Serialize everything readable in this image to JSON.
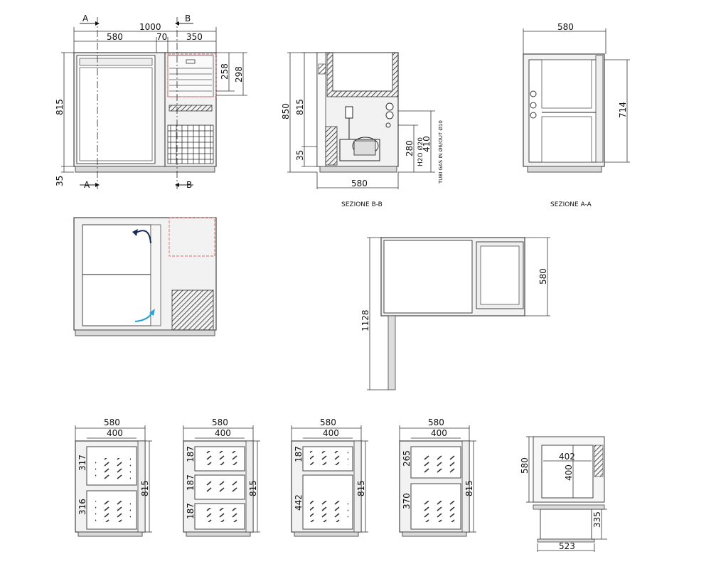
{
  "front": {
    "w_total": "1000",
    "w_left": "580",
    "w_mid": "70",
    "w_right": "350",
    "h_258": "258",
    "h_298": "298",
    "h_815": "815",
    "h_35": "35",
    "sec_a": "A",
    "sec_b": "B"
  },
  "section_bb": {
    "title": "SEZIONE B-B",
    "h_850": "850",
    "h_815": "815",
    "h_35": "35",
    "h_280": "280",
    "h_410": "410",
    "h2o": "H2O Ø20",
    "gas": "TUBI GAS IN Ø6/OUT Ø10",
    "w_580": "580"
  },
  "section_aa": {
    "title": "SEZIONE A-A",
    "w_580": "580",
    "h_714": "714"
  },
  "top_view": {
    "d_1128": "1128",
    "d_580": "580"
  },
  "configs": [
    {
      "w_outer": "580",
      "w_inner": "400",
      "h": "815",
      "labels": [
        "317",
        "316"
      ]
    },
    {
      "w_outer": "580",
      "w_inner": "400",
      "h": "815",
      "labels": [
        "187",
        "187",
        "187"
      ]
    },
    {
      "w_outer": "580",
      "w_inner": "400",
      "h": "815",
      "labels": [
        "187",
        "442"
      ]
    },
    {
      "w_outer": "580",
      "w_inner": "400",
      "h": "815",
      "labels": [
        "265",
        "370"
      ]
    }
  ],
  "detail": {
    "d_580": "580",
    "w_402": "402",
    "h_400": "400",
    "h_335": "335",
    "w_523": "523"
  }
}
